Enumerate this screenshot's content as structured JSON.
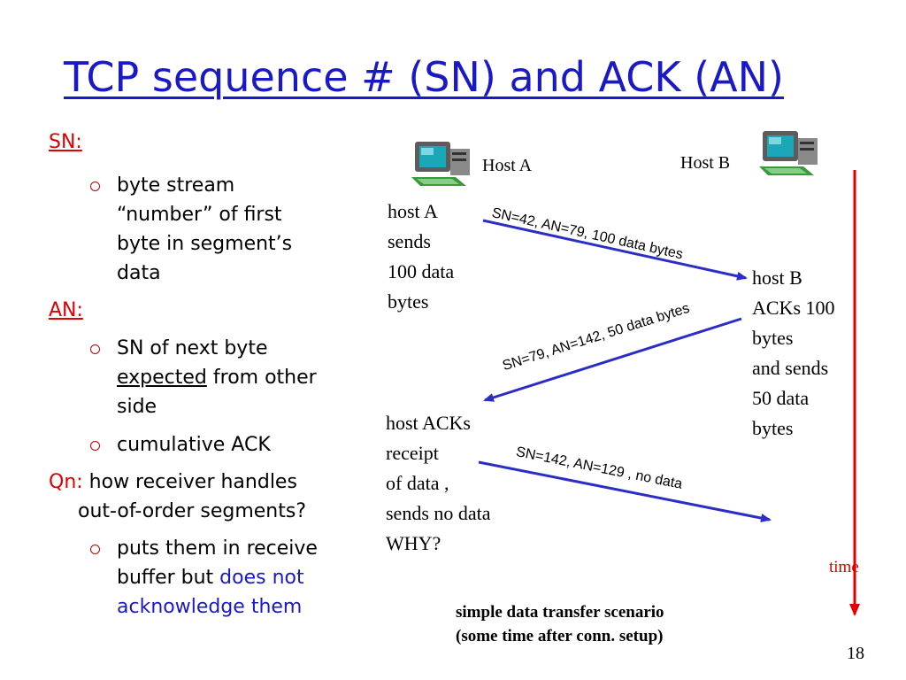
{
  "title": "TCP sequence # (SN) and ACK (AN)",
  "left": {
    "sn_heading": "SN:",
    "sn_bullet_lines": [
      "byte stream",
      "“number” of first",
      "byte in segment’s",
      "data"
    ],
    "an_heading": "AN:",
    "an_bullet1_line1": "SN of next byte",
    "an_bullet1_line2_underlined": "expected",
    "an_bullet1_line2_rest": " from other",
    "an_bullet1_line3": "side",
    "an_bullet2": "cumulative ACK",
    "qn_label": "Qn:",
    "qn_line1": " how receiver handles",
    "qn_line2": "out-of-order segments?",
    "qn_bullet_line1": "puts them in receive",
    "qn_bullet_line2_black": "buffer but ",
    "qn_bullet_line2_blue": "does not",
    "qn_bullet_line3_blue": "acknowledge them"
  },
  "diagram": {
    "host_a_label": "Host A",
    "host_b_label": "Host B",
    "host_a_sends_lines": [
      "host A",
      "sends",
      "100 data",
      "bytes"
    ],
    "host_b_acks_lines": [
      "host B",
      "ACKs 100",
      "bytes",
      "and sends",
      "50 data",
      "bytes"
    ],
    "host_acks_lines": [
      "host ACKs",
      "receipt",
      "of data ,",
      "sends no data"
    ],
    "why": "WHY?",
    "msg1": "SN=42, AN=79, 100 data bytes",
    "msg2": "SN=79, AN=142, 50 data bytes",
    "msg3": "SN=142, AN=129 , no data",
    "time_label": "time",
    "caption_line1": "simple data transfer scenario",
    "caption_line2": "(some time after  conn. setup)"
  },
  "page_number": "18",
  "colors": {
    "title_blue": "#1a19c8",
    "red": "#e00000",
    "arrow_blue": "#2c2cc8"
  }
}
